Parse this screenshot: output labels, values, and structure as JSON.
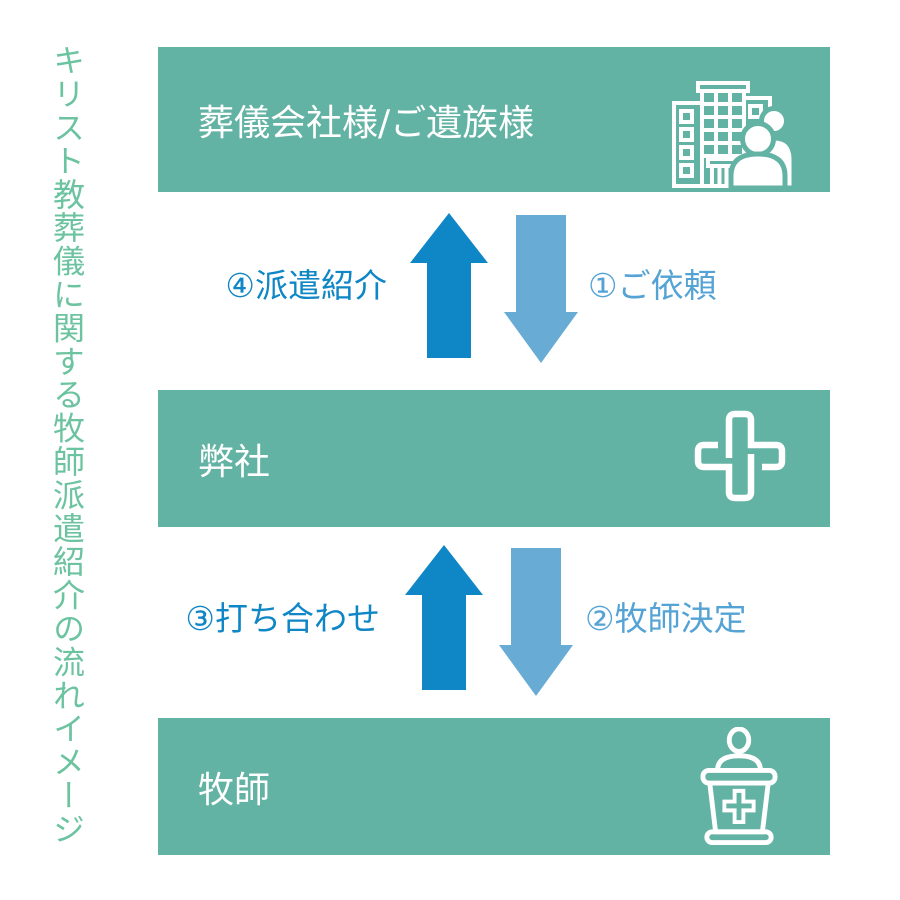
{
  "title": {
    "text": "キリスト教葬儀に関する牧師派遣紹介の流れイメージ"
  },
  "colors": {
    "page_bg": "#ffffff",
    "bar_bg": "#63b3a4",
    "bar_text": "#ffffff",
    "title_color": "#6cc3a0",
    "arrow_up": "#0f86c5",
    "arrow_down": "#68abd4",
    "label_up": "#0f86c5",
    "label_down": "#55a3d4"
  },
  "nodes": [
    {
      "label": "葬儀会社様/ご遺族様",
      "icon": "building-people-icon"
    },
    {
      "label": "弊社",
      "icon": "interlocking-cross-icon"
    },
    {
      "label": "牧師",
      "icon": "pulpit-icon"
    }
  ],
  "flows": [
    {
      "label": "①ご依頼",
      "direction": "down",
      "from": "葬儀会社様/ご遺族様",
      "to": "弊社"
    },
    {
      "label": "②牧師決定",
      "direction": "down",
      "from": "弊社",
      "to": "牧師"
    },
    {
      "label": "③打ち合わせ",
      "direction": "up",
      "from": "牧師",
      "to": "弊社"
    },
    {
      "label": "④派遣紹介",
      "direction": "up",
      "from": "弊社",
      "to": "葬儀会社様/ご遺族様"
    }
  ]
}
